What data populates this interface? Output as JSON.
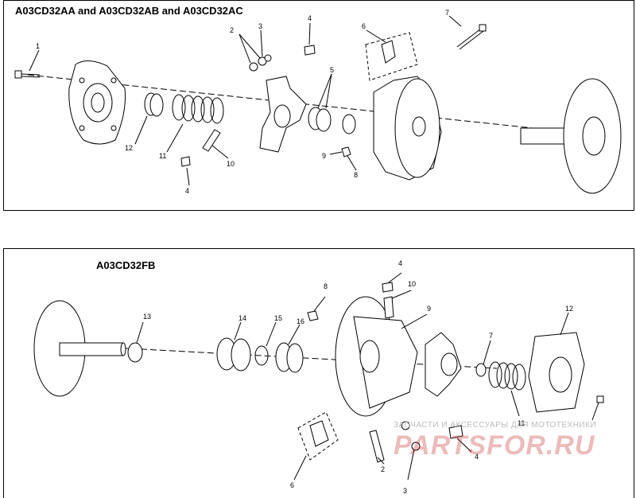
{
  "top_panel": {
    "title": "A03CD32AA and A03CD32AB and A03CD32AC",
    "callouts": [
      "1",
      "2",
      "3",
      "4",
      "5",
      "6",
      "7",
      "12",
      "11",
      "10",
      "4",
      "9",
      "8"
    ]
  },
  "bottom_panel": {
    "title": "A03CD32FB",
    "callouts": [
      "13",
      "14",
      "15",
      "16",
      "8",
      "4",
      "10",
      "9",
      "7",
      "12",
      "11",
      "6",
      "2",
      "3",
      "4"
    ]
  },
  "watermark": {
    "line1": "ЗАПЧАСТИ И АКСЕССУАРЫ ДЛЯ МОТОТЕХНИКИ",
    "line2": "PARTSFOR.RU"
  }
}
